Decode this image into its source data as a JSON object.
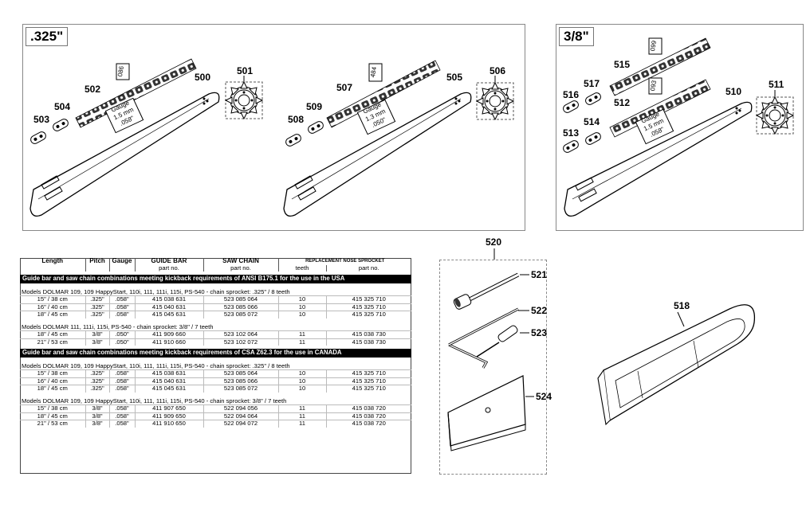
{
  "panels": {
    "p325": {
      "label": ".325\""
    },
    "p38": {
      "label": "3/8\""
    }
  },
  "callouts": {
    "c500": "500",
    "c501": "501",
    "c502": "502",
    "c503": "503",
    "c504": "504",
    "c505": "505",
    "c506": "506",
    "c507": "507",
    "c508": "508",
    "c509": "509",
    "c510": "510",
    "c511": "511",
    "c512": "512",
    "c513": "513",
    "c514": "514",
    "c515": "515",
    "c516": "516",
    "c517": "517",
    "c518": "518",
    "c520": "520",
    "c521": "521",
    "c522": "522",
    "c523": "523",
    "c524": "524"
  },
  "chain_tags": {
    "t086": "086",
    "t484": "484",
    "t099": "099",
    "t093": "093"
  },
  "gauge_labels": {
    "g1": {
      "l1": "Gauge",
      "l2": "1.5 mm",
      "l3": ".058\""
    },
    "g2": {
      "l1": "Gauge",
      "l2": "1.3 mm",
      "l3": ".050\""
    },
    "g3": {
      "l1": "Gauge",
      "l2": "1.5 mm",
      "l3": ".058\""
    }
  },
  "table": {
    "headers": {
      "length": "Length",
      "pitch": "Pitch",
      "gauge": "Gauge",
      "guide_bar": "GUIDE BAR",
      "saw_chain": "SAW CHAIN",
      "sprocket": "REPLACEMENT NOSE SPROCKET",
      "bar_partno": "part no.",
      "chain_partno": "part no.",
      "teeth": "teeth",
      "sprocket_partno": "part no."
    },
    "banner_usa": "Guide bar and saw chain combinations meeting kickback requirements of ANSI B175.1 for the use in the USA",
    "banner_canada": "Guide bar and saw chain combinations meeting kickback requirements of CSA Z62.3 for the use in CANADA",
    "model1": "Models DOLMAR 109, 109 HappyStart, 110i, 111, 111i, 115i, PS-540  -  chain sprocket: .325\" / 8 teeth",
    "rows1": [
      [
        "15\" / 38 cm",
        ".325\"",
        ".058\"",
        "415 038 631",
        "523 085 064",
        "10",
        "415 325 710"
      ],
      [
        "16\" / 40 cm",
        ".325\"",
        ".058\"",
        "415 040 631",
        "523 085 066",
        "10",
        "415 325 710"
      ],
      [
        "18\" / 45 cm",
        ".325\"",
        ".058\"",
        "415 045 631",
        "523 085 072",
        "10",
        "415 325 710"
      ]
    ],
    "model2": "Models DOLMAR 111, 111i, 115i, PS-540  -  chain sprocket: 3/8\" / 7 teeth",
    "rows2": [
      [
        "18\" / 45 cm",
        "3/8\"",
        ".050\"",
        "411 909 660",
        "523 102 064",
        "11",
        "415 038 730"
      ],
      [
        "21\" / 53 cm",
        "3/8\"",
        ".050\"",
        "411 910 660",
        "523 102 072",
        "11",
        "415 038 730"
      ]
    ],
    "model3": "Models DOLMAR 109, 109 HappyStart, 110i, 111, 111i, 115i, PS-540  -  chain sprocket: .325\" / 8 teeth",
    "rows3": [
      [
        "15\" / 38 cm",
        ".325\"",
        ".058\"",
        "415 038 631",
        "523 085 064",
        "10",
        "415 325 710"
      ],
      [
        "16\" / 40 cm",
        ".325\"",
        ".058\"",
        "415 040 631",
        "523 085 066",
        "10",
        "415 325 710"
      ],
      [
        "18\" / 45 cm",
        ".325\"",
        ".058\"",
        "415 045 631",
        "523 085 072",
        "10",
        "415 325 710"
      ]
    ],
    "model4": "Models DOLMAR 109, 109 HappyStart, 110i, 111, 111i, 115i, PS-540  -  chain sprocket: 3/8\" / 7 teeth",
    "rows4": [
      [
        "15\" / 38 cm",
        "3/8\"",
        ".058\"",
        "411 907 650",
        "522 094 056",
        "11",
        "415 038 720"
      ],
      [
        "18\" / 45 cm",
        "3/8\"",
        ".058\"",
        "411 909 650",
        "522 094 064",
        "11",
        "415 038 720"
      ],
      [
        "21\" / 53 cm",
        "3/8\"",
        ".058\"",
        "411 910 650",
        "522 094 072",
        "11",
        "415 038 720"
      ]
    ]
  }
}
